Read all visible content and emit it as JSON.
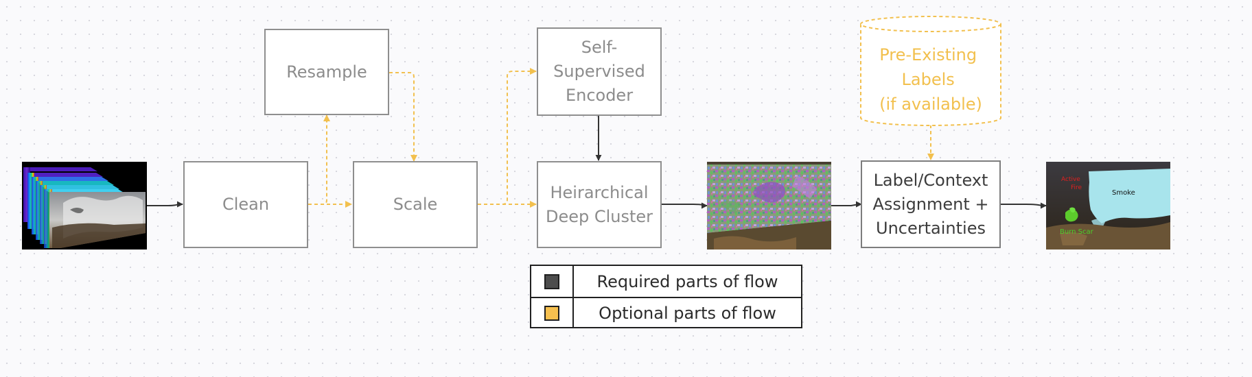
{
  "nodes": {
    "clean": {
      "label": "Clean"
    },
    "resample": {
      "label": "Resample"
    },
    "scale": {
      "label": "Scale"
    },
    "encoder": {
      "label": "Self-Supervised\nEncoder"
    },
    "cluster": {
      "label": "Heirarchical\nDeep Cluster"
    },
    "labels_db": {
      "label": "Pre-Existing\nLabels\n(if available)"
    },
    "assignment": {
      "label": "Label/Context\nAssignment +\nUncertainties"
    }
  },
  "output_annotations": {
    "fire": "Active\nFire",
    "smoke": "Smoke",
    "burn_scar": "Burn Scar"
  },
  "legend": {
    "required": {
      "label": "Required parts of flow",
      "color": "#4d4d4d"
    },
    "optional": {
      "label": "Optional parts of flow",
      "color": "#f6c04f"
    }
  },
  "colors": {
    "required_line": "#333333",
    "optional_line": "#f2c04e",
    "node_border": "#8e8e8e"
  }
}
